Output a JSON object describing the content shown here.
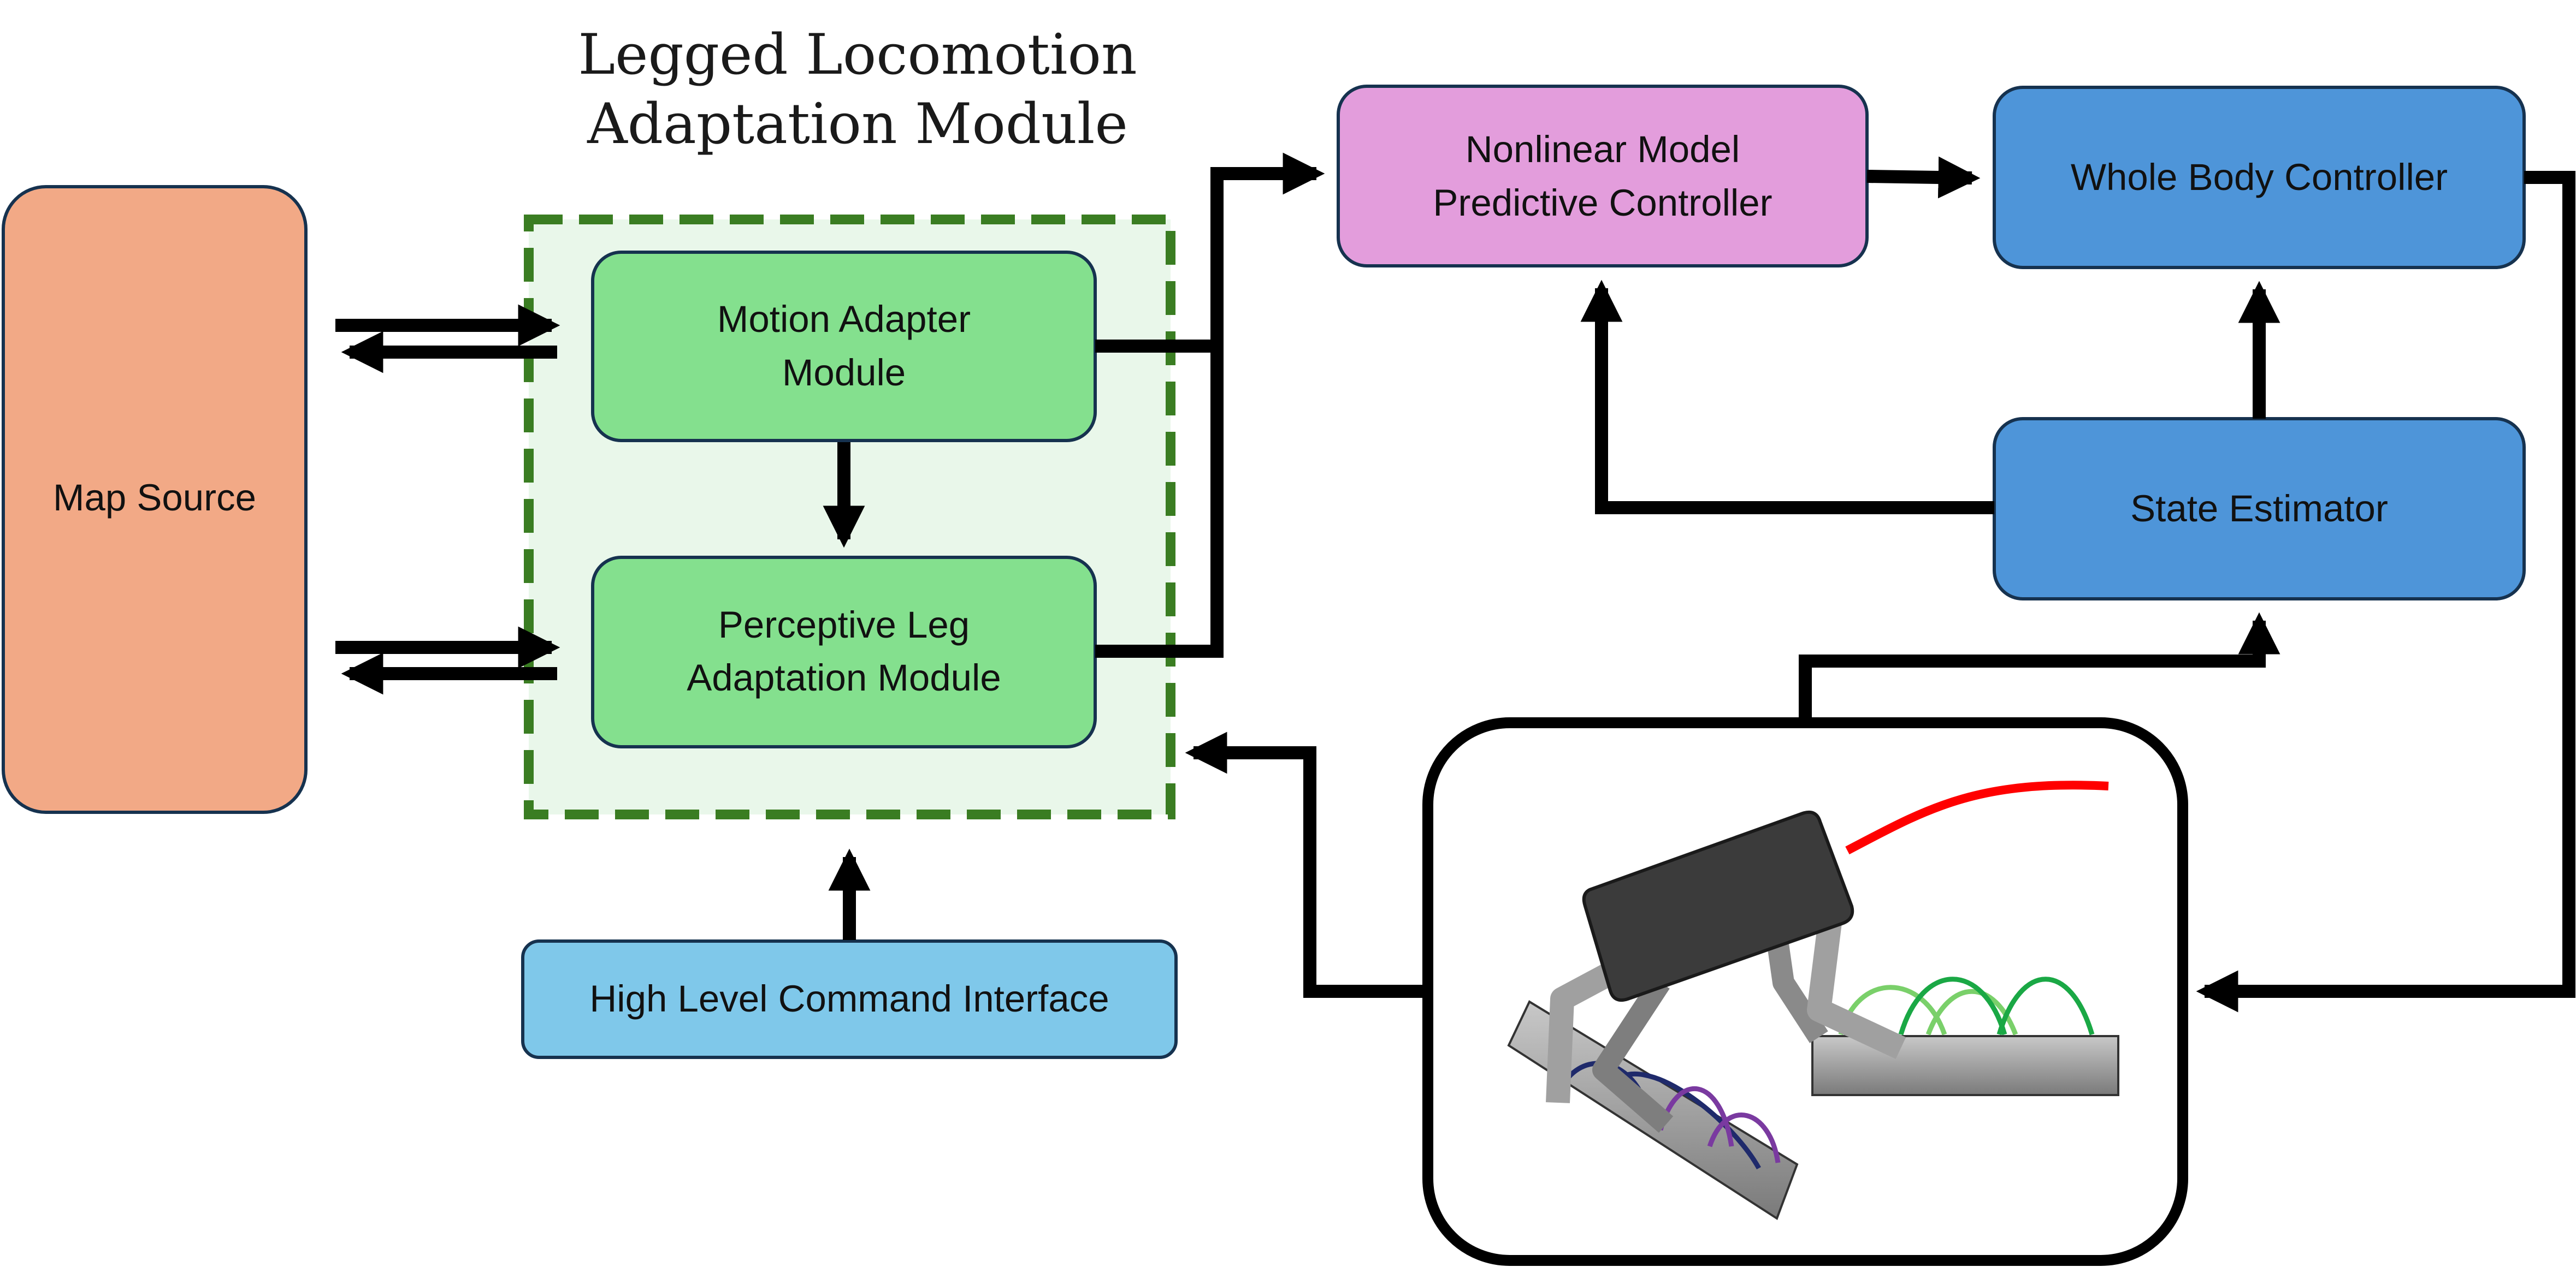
{
  "diagram": {
    "title_line1": "Legged Locomotion",
    "title_line2": "Adaptation Module",
    "map_source": "Map Source",
    "motion_adapter_line1": "Motion Adapter",
    "motion_adapter_line2": "Module",
    "perceptive_leg_line1": "Perceptive Leg",
    "perceptive_leg_line2": "Adaptation Module",
    "high_level_command": "High Level Command Interface",
    "nmpc_line1": "Nonlinear Model",
    "nmpc_line2": "Predictive Controller",
    "whole_body_controller": "Whole Body Controller",
    "state_estimator": "State Estimator"
  },
  "colors": {
    "map_source": "#f2a986",
    "adaptation_module_bg": "#e9f7ea",
    "adaptation_module_border": "#3a7d22",
    "green_module": "#84e08e",
    "high_level_command": "#7fc8ea",
    "nmpc": "#e39ddc",
    "controller_blue": "#4e95d9",
    "robot_body": "#3b3b3b",
    "trajectory_red": "#ff0000"
  }
}
